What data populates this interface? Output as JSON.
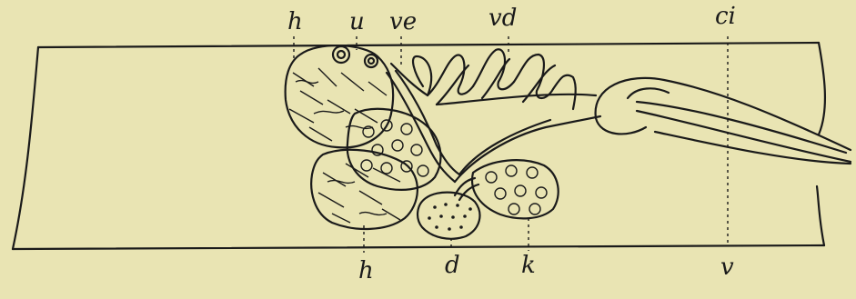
{
  "figure": {
    "background_color": "#e9e4b3",
    "ink_color": "#1a1a1a",
    "top_labels": {
      "h": "h",
      "u": "u",
      "ve": "ve",
      "vd": "vd",
      "ci": "ci"
    },
    "bottom_labels": {
      "h": "h",
      "d": "d",
      "k": "k",
      "v": "v"
    }
  }
}
